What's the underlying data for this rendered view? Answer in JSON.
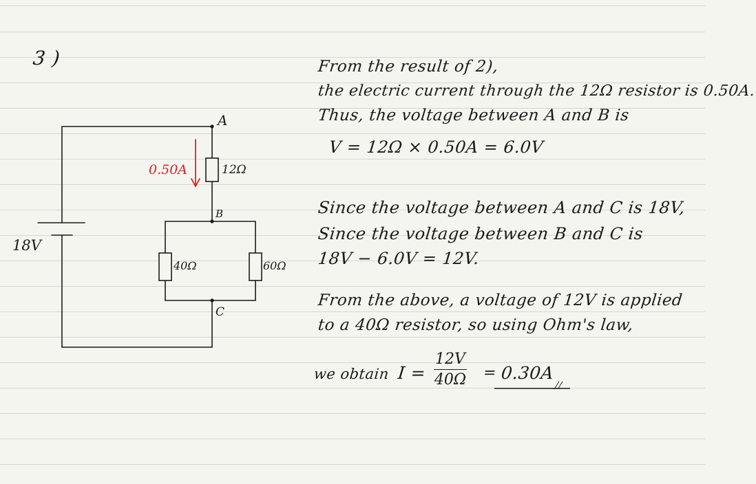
{
  "problem_number": "3 )",
  "circuit": {
    "source_label": "18V",
    "node_labels": {
      "a": "A",
      "b": "B",
      "c": "C"
    },
    "resistors": {
      "top": "12Ω",
      "left": "40Ω",
      "right": "60Ω"
    },
    "current_label": "0.50A",
    "current_color": "#e02020"
  },
  "solution": {
    "lines": [
      "From the result of 2),",
      "the electric current through the 12Ω resistor is 0.50A.",
      "Thus, the voltage between A and B is",
      "V = 12Ω × 0.50A = 6.0V",
      "Since the voltage between A and C is 18V,",
      "Since the voltage between B and C is",
      "18V − 6.0V = 12V.",
      "From the above, a voltage of 12V is applied",
      "to a 40Ω resistor, so using Ohm's law,"
    ],
    "final": {
      "prefix": "we obtain",
      "lhs": "I =",
      "numerator": "12V",
      "denominator": "40Ω",
      "equals": "=",
      "answer": "0.30A",
      "mark": "//"
    }
  }
}
